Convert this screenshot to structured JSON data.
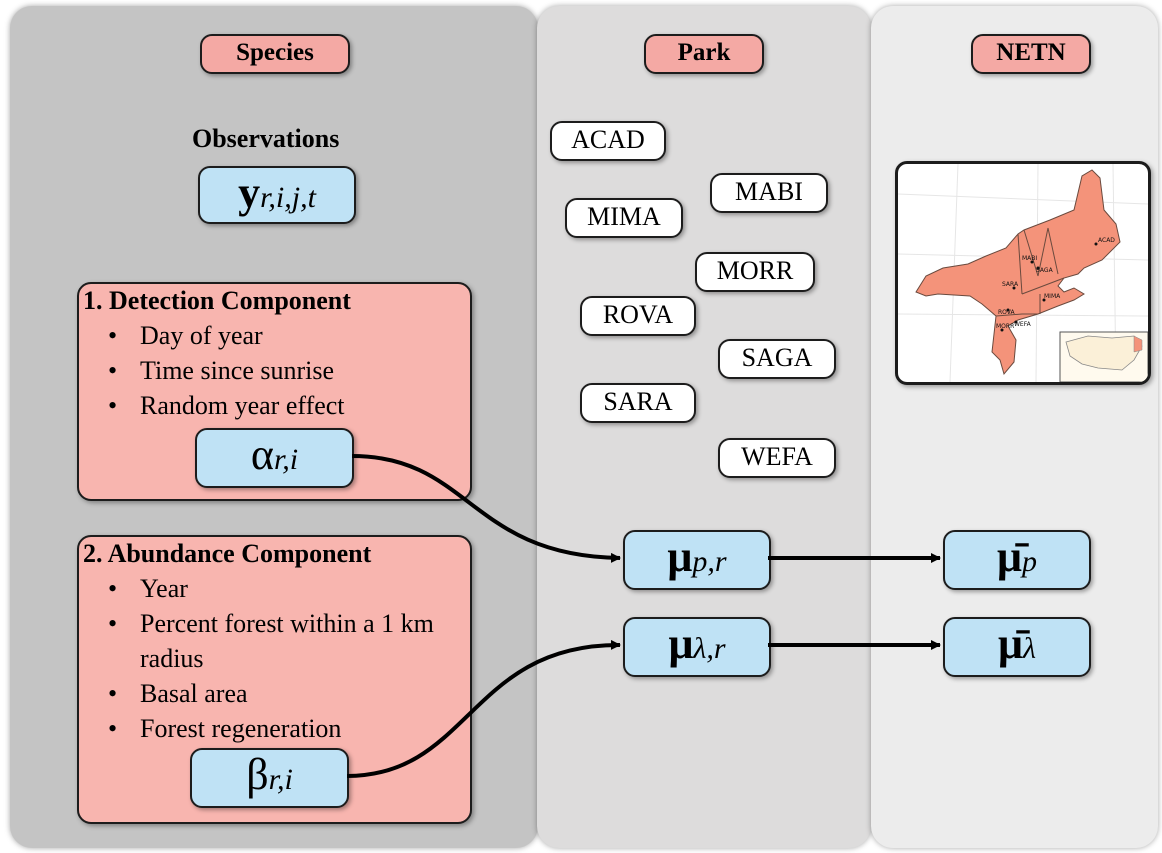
{
  "columns": {
    "species": "Species",
    "park": "Park",
    "netn": "NETN"
  },
  "observations": {
    "label": "Observations",
    "symbol": "y",
    "subscript": "r,i,j,t"
  },
  "parks": [
    "ACAD",
    "MABI",
    "MIMA",
    "MORR",
    "ROVA",
    "SAGA",
    "SARA",
    "WEFA"
  ],
  "detection": {
    "title": "1. Detection Component",
    "items": [
      "Day of year",
      "Time since sunrise",
      "Random year effect"
    ],
    "symbol": "α",
    "subscript": "r,i"
  },
  "abundance": {
    "title": "2. Abundance Component",
    "items": [
      "Year",
      "Percent forest within a 1 km radius",
      "Basal area",
      "Forest regeneration"
    ],
    "symbol": "β",
    "subscript": "r,i"
  },
  "park_params": {
    "mu_p": {
      "symbol": "μ",
      "subscript": "p,r"
    },
    "mu_lambda": {
      "symbol": "μ",
      "subscript": "λ,r"
    }
  },
  "netn_params": {
    "mu_p": {
      "symbol": "μ̄",
      "subscript": "p"
    },
    "mu_lambda": {
      "symbol": "μ̄",
      "subscript": "λ"
    }
  },
  "map": {
    "labels": [
      "ACAD",
      "MABI",
      "SAGA",
      "SARA",
      "MIMA",
      "ROVA",
      "MORR",
      "WEFA"
    ]
  },
  "colors": {
    "species_bg": "#c4c4c4",
    "park_bg": "#dddcdc",
    "netn_bg": "#ececec",
    "header_fill": "#f4a9a4",
    "component_fill": "#f8b5af",
    "parameter_fill": "#bfe2f5",
    "map_states": "#f4937a"
  }
}
